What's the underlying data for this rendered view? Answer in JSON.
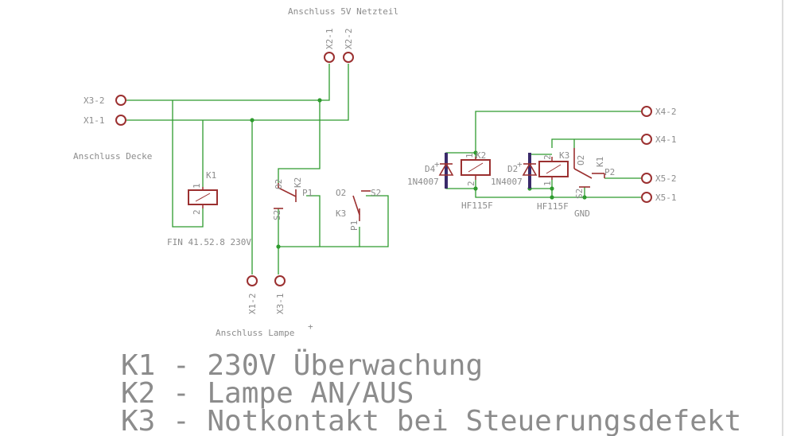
{
  "labels": {
    "header_supply": "Anschluss 5V Netzteil",
    "ceiling": "Anschluss Decke",
    "lamp": "Anschluss Lampe",
    "relay_fin": "FIN 41.52.8 230V",
    "hf_a": "HF115F",
    "hf_b": "HF115F",
    "gnd": "GND",
    "diode_a": "1N4007",
    "diode_b": "1N4007",
    "d4": "D4",
    "d2": "D2"
  },
  "connectors": {
    "x3_2": "X3-2",
    "x1_1": "X1-1",
    "x2_1": "X2-1",
    "x2_2": "X2-2",
    "x1_2": "X1-2",
    "x3_1": "X3-1",
    "x4_2": "X4-2",
    "x4_1": "X4-1",
    "x5_2": "X5-2",
    "x5_1": "X5-1"
  },
  "relays": {
    "k1": "K1",
    "k2_left": "K2",
    "k3_left": "K3",
    "k2_right": "K2",
    "k3_right": "K3",
    "k1_right": "K1"
  },
  "pins": {
    "p1": "P1",
    "p2": "P2",
    "o2": "O2",
    "s2": "S2",
    "n1": "1",
    "n2": "2"
  },
  "legend": [
    "K1 - 230V Überwachung",
    "K2 - Lampe AN/AUS",
    "K3 - Notkontakt bei Steuerungsdefekt"
  ],
  "colors": {
    "wire": "#2e9b2e",
    "symbol": "#9b3030",
    "diode_body": "#3a2a6a",
    "text": "#8c8c8c"
  }
}
